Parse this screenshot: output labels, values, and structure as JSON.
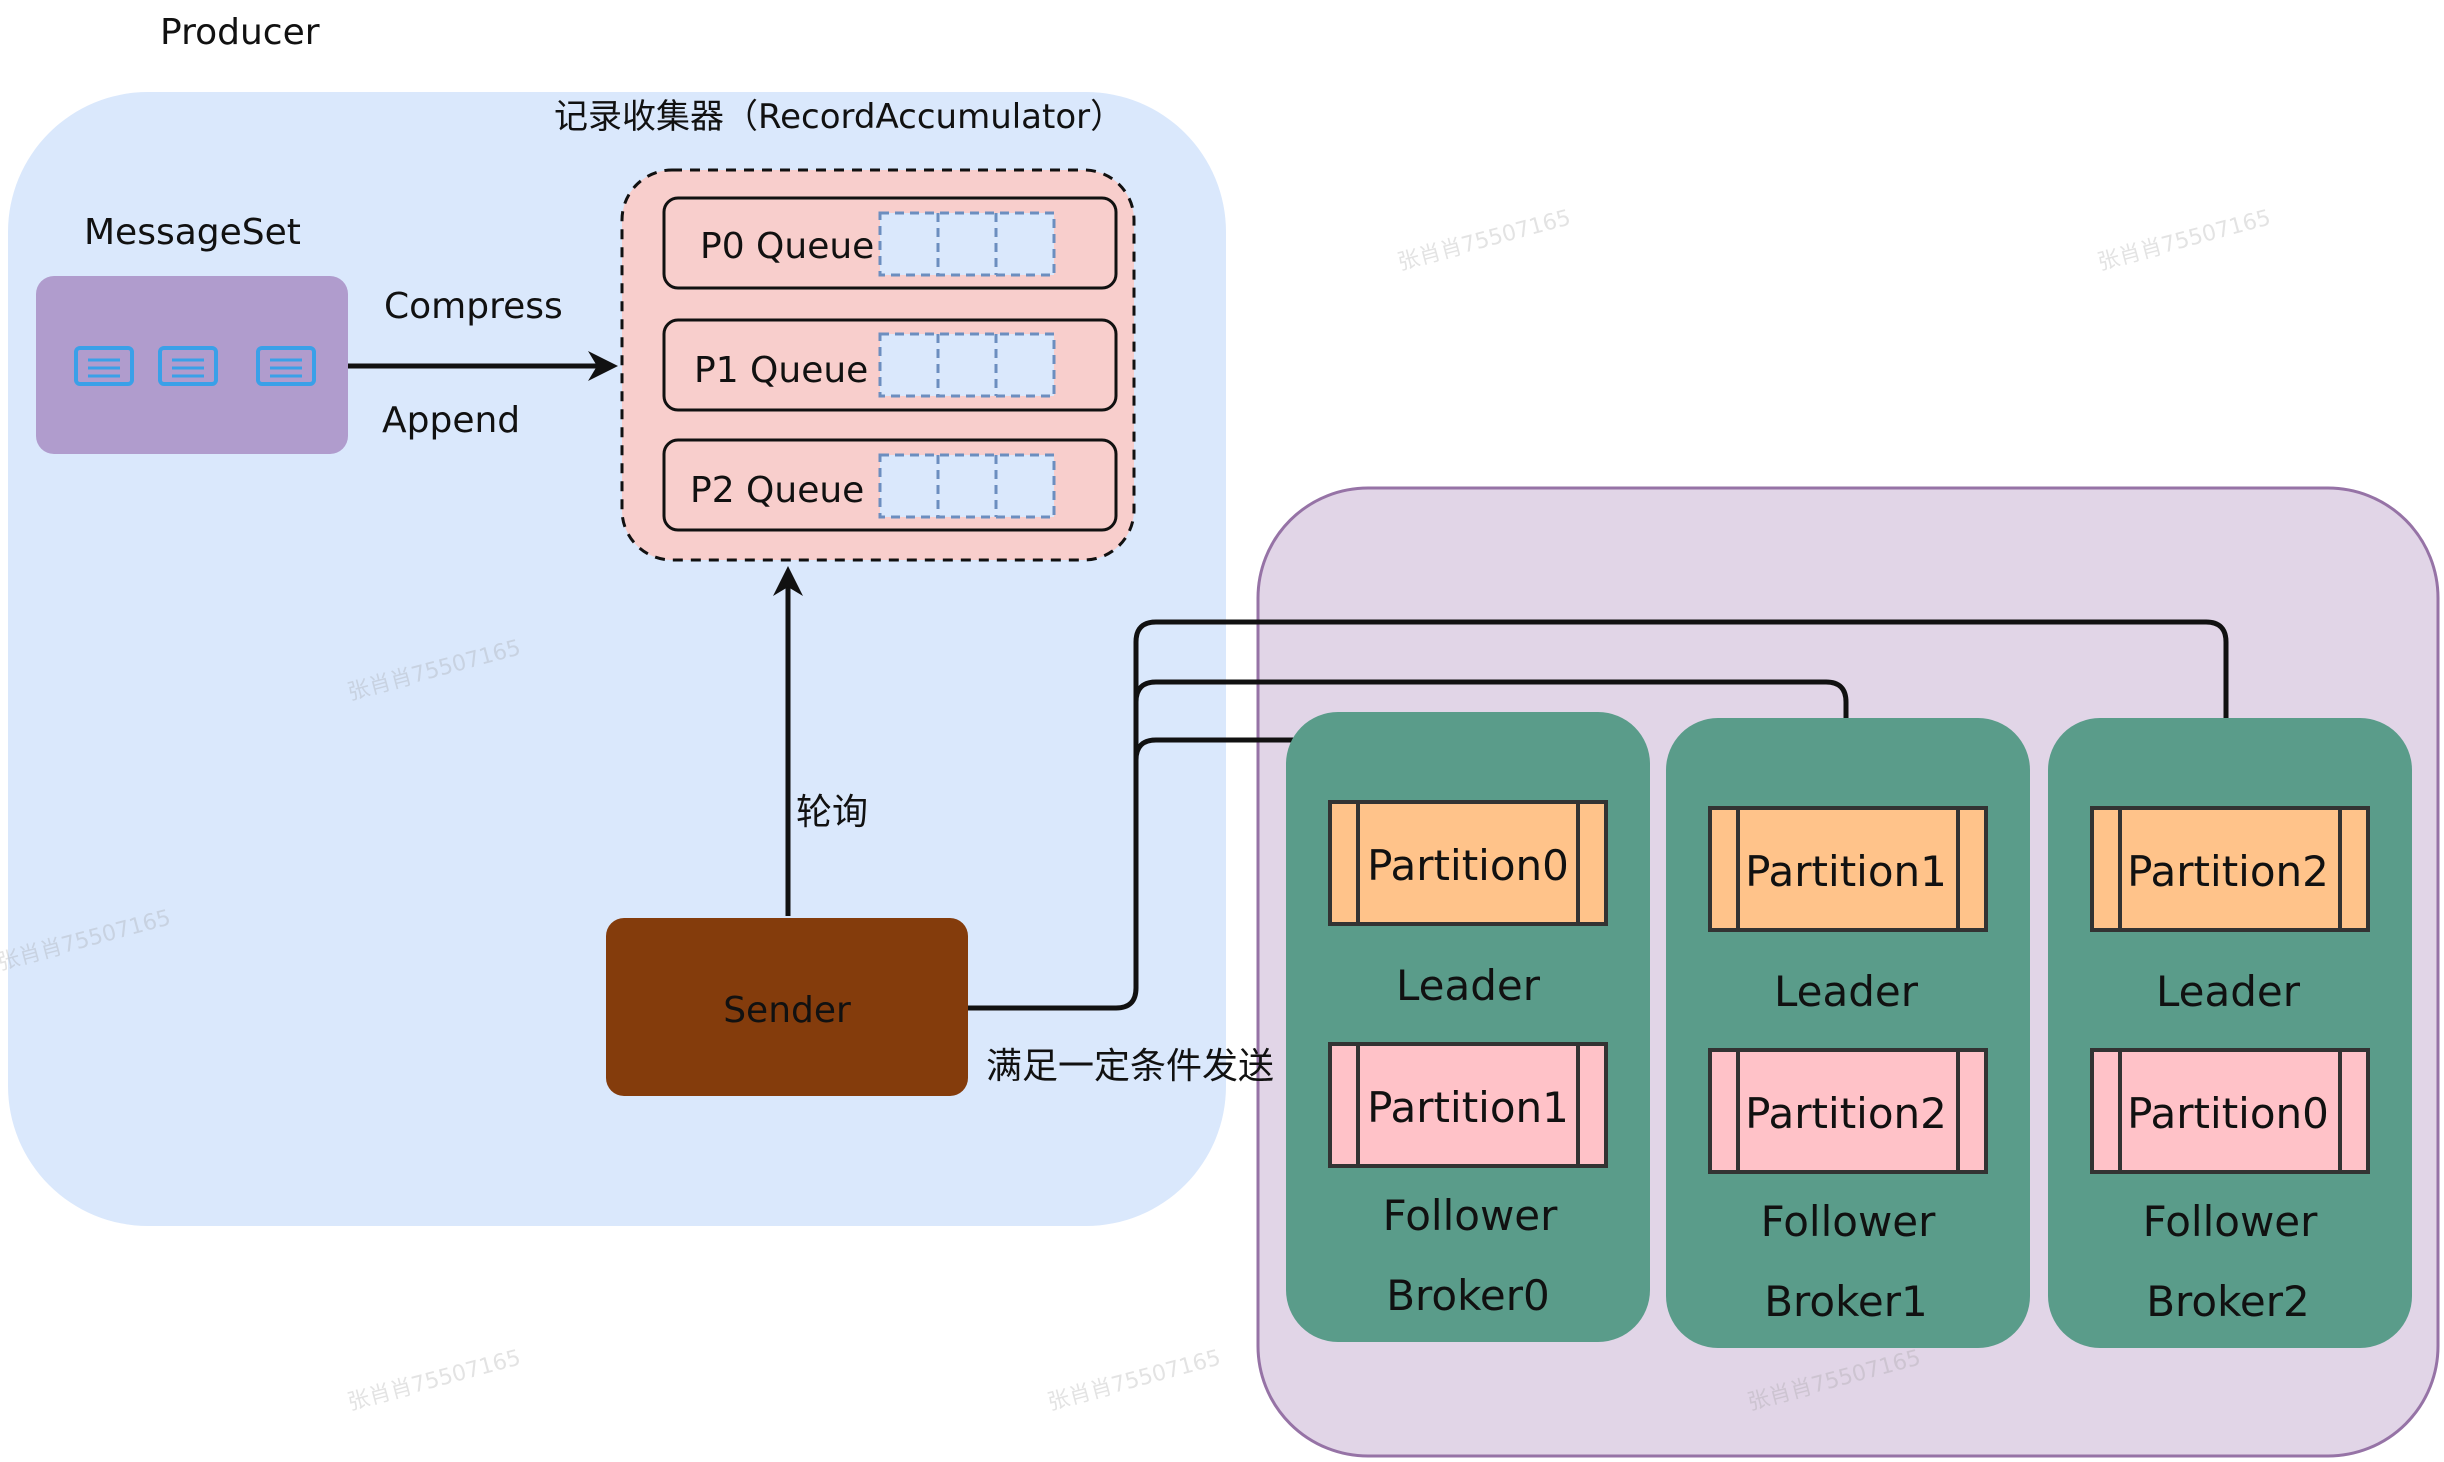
{
  "producer": {
    "title": "Producer",
    "message_set": {
      "title": "MessageSet",
      "icons": [
        "document-icon",
        "document-icon",
        "document-icon"
      ]
    },
    "arrow_labels": {
      "top": "Compress",
      "bottom": "Append"
    }
  },
  "accumulator": {
    "title": "记录收集器（RecordAccumulator）",
    "queues": [
      "P0 Queue",
      "P1 Queue",
      "P2 Queue"
    ]
  },
  "sender": {
    "label": "Sender",
    "poll_label": "轮询",
    "send_label": "满足一定条件发送"
  },
  "cluster": {
    "brokers": [
      {
        "name": "Broker0",
        "leader": "Partition0",
        "leader_role": "Leader",
        "follower": "Partition1",
        "follower_role": "Follower"
      },
      {
        "name": "Broker1",
        "leader": "Partition1",
        "leader_role": "Leader",
        "follower": "Partition2",
        "follower_role": "Follower"
      },
      {
        "name": "Broker2",
        "leader": "Partition2",
        "leader_role": "Leader",
        "follower": "Partition0",
        "follower_role": "Follower"
      }
    ]
  },
  "watermark": "张肖肖75507165",
  "colors": {
    "producer_bg": "#dae8fc",
    "message_set_bg": "#b09ccd",
    "accumulator_bg": "#f8cecc",
    "slot_bg": "#dae8fc",
    "slot_border": "#6c8ebf",
    "sender_bg": "#843c0c",
    "cluster_bg": "#e1d5e7",
    "cluster_border": "#9673a6",
    "broker_bg": "#5a9c8a",
    "leader_bg": "#ffc38a",
    "follower_bg": "#ffc2c8",
    "doc_icon": "#3aa0e8"
  }
}
